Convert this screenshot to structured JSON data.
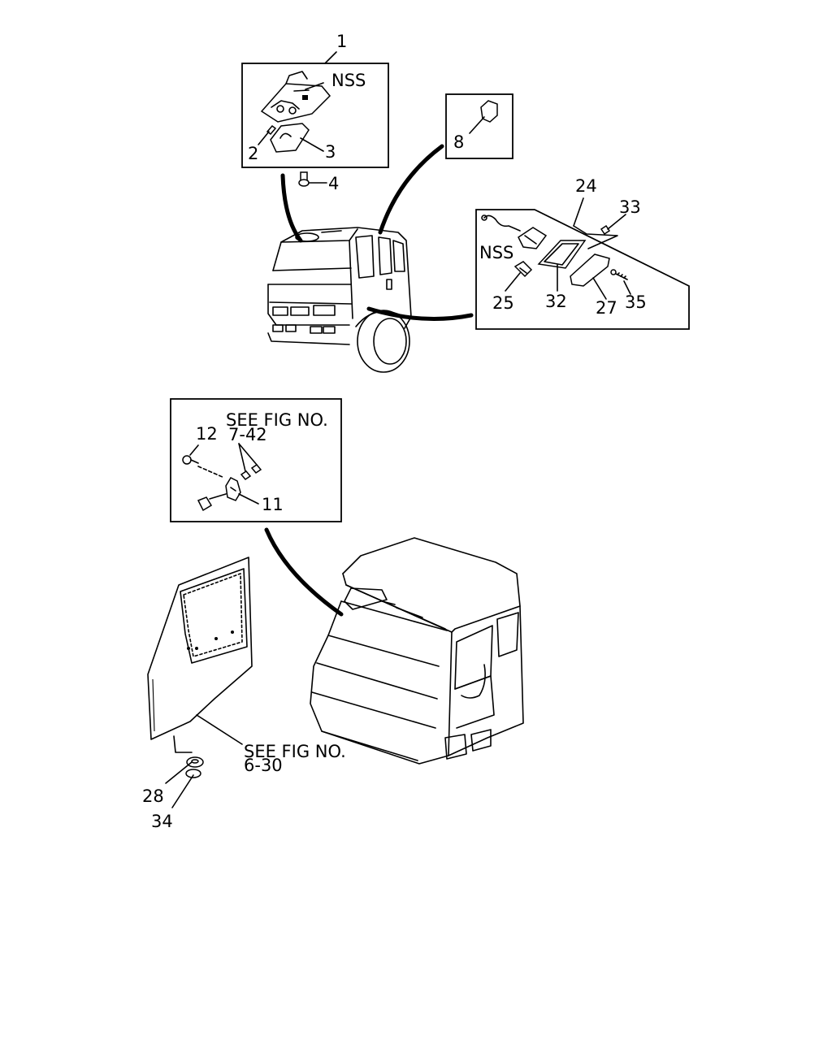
{
  "callouts": {
    "c1": "1",
    "c2": "2",
    "c3": "3",
    "c4": "4",
    "c8": "8",
    "c11": "11",
    "c12": "12",
    "c24": "24",
    "c25": "25",
    "c27": "27",
    "c28": "28",
    "c32": "32",
    "c33": "33",
    "c34": "34",
    "c35": "35"
  },
  "notes": {
    "nss_top": "NSS",
    "nss_marker": "NSS",
    "see_fig_top": "SEE FIG NO.",
    "see_fig_top_num": "7-42",
    "see_fig_bottom": "SEE FIG NO.",
    "see_fig_bottom_num": "6-30"
  }
}
